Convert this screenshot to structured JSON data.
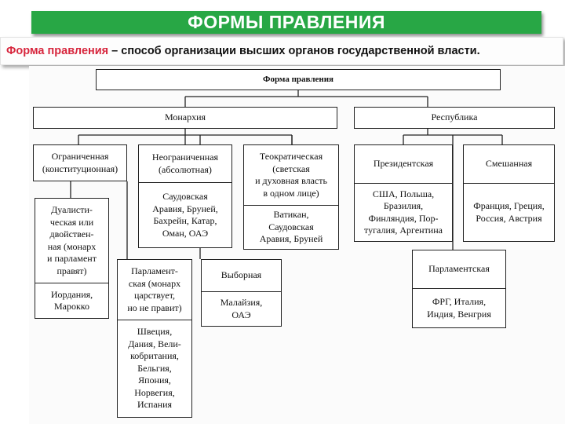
{
  "slide": {
    "title": "ФОРМЫ ПРАВЛЕНИЯ",
    "definition_term": "Форма правления",
    "definition_rest": " – способ организации высших органов государственной власти."
  },
  "diagram": {
    "root": "Форма правления",
    "monarchy": {
      "label": "Монархия",
      "limited": {
        "label": "Ограниченная\n(конституционная)",
        "dualistic": {
          "label": "Дуалисти-\nческая или\nдвойствен-\nная (монарх\nи парламент\nправят)",
          "examples": "Иордания,\nМарокко"
        },
        "parliamentary": {
          "label": "Парламент-\nская (монарх\nцарствует,\nно не правит)",
          "examples": "Швеция,\nДания, Вели-\nкобритания,\nБельгия,\nЯпония,\nНорвегия,\nИспания"
        }
      },
      "absolute": {
        "label": "Неограниченная\n(абсолютная)",
        "examples": "Саудовская\nАравия, Бруней,\nБахрейн, Катар,\nОман, ОАЭ"
      },
      "elective": {
        "label": "Выборная",
        "examples": "Малайзия,\nОАЭ"
      },
      "theocratic": {
        "label": "Теократическая\n(светская\nи духовная власть\nв одном лице)",
        "examples": "Ватикан,\nСаудовская\nАравия, Бруней"
      }
    },
    "republic": {
      "label": "Республика",
      "presidential": {
        "label": "Президентская",
        "examples": "США, Польша,\nБразилия,\nФинляндия, Пор-\nтугалия, Аргентина"
      },
      "mixed": {
        "label": "Смешанная",
        "examples": "Франция, Греция,\nРоссия, Австрия"
      },
      "parliamentary": {
        "label": "Парламентская",
        "examples": "ФРГ, Италия,\nИндия, Венгрия"
      }
    }
  },
  "colors": {
    "banner": "#28a745",
    "term": "#d7263d"
  }
}
